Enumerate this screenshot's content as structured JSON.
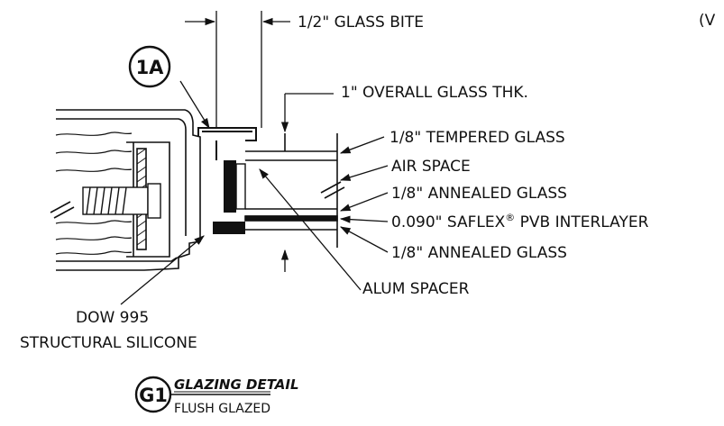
{
  "labels": {
    "glass_bite": "1/2\" GLASS BITE",
    "overall": "1\" OVERALL GLASS THK.",
    "tempered": "1/8\" TEMPERED GLASS",
    "air_space": "AIR SPACE",
    "annealed_top": "1/8\" ANNEALED GLASS",
    "interlayer_pre": "0.090\" SAFLEX",
    "interlayer_reg": "®",
    "interlayer_post": " PVB INTERLAYER",
    "annealed_bottom": "1/8\" ANNEALED GLASS",
    "spacer": "ALUM SPACER",
    "silicone_line1": "DOW 995",
    "silicone_line2": "STRUCTURAL SILICONE",
    "corner_fragment": "(V"
  },
  "callout": {
    "bubble": "1A"
  },
  "detail": {
    "tag": "G1",
    "title": "GLAZING DETAIL",
    "subtitle": "FLUSH GLAZED"
  }
}
